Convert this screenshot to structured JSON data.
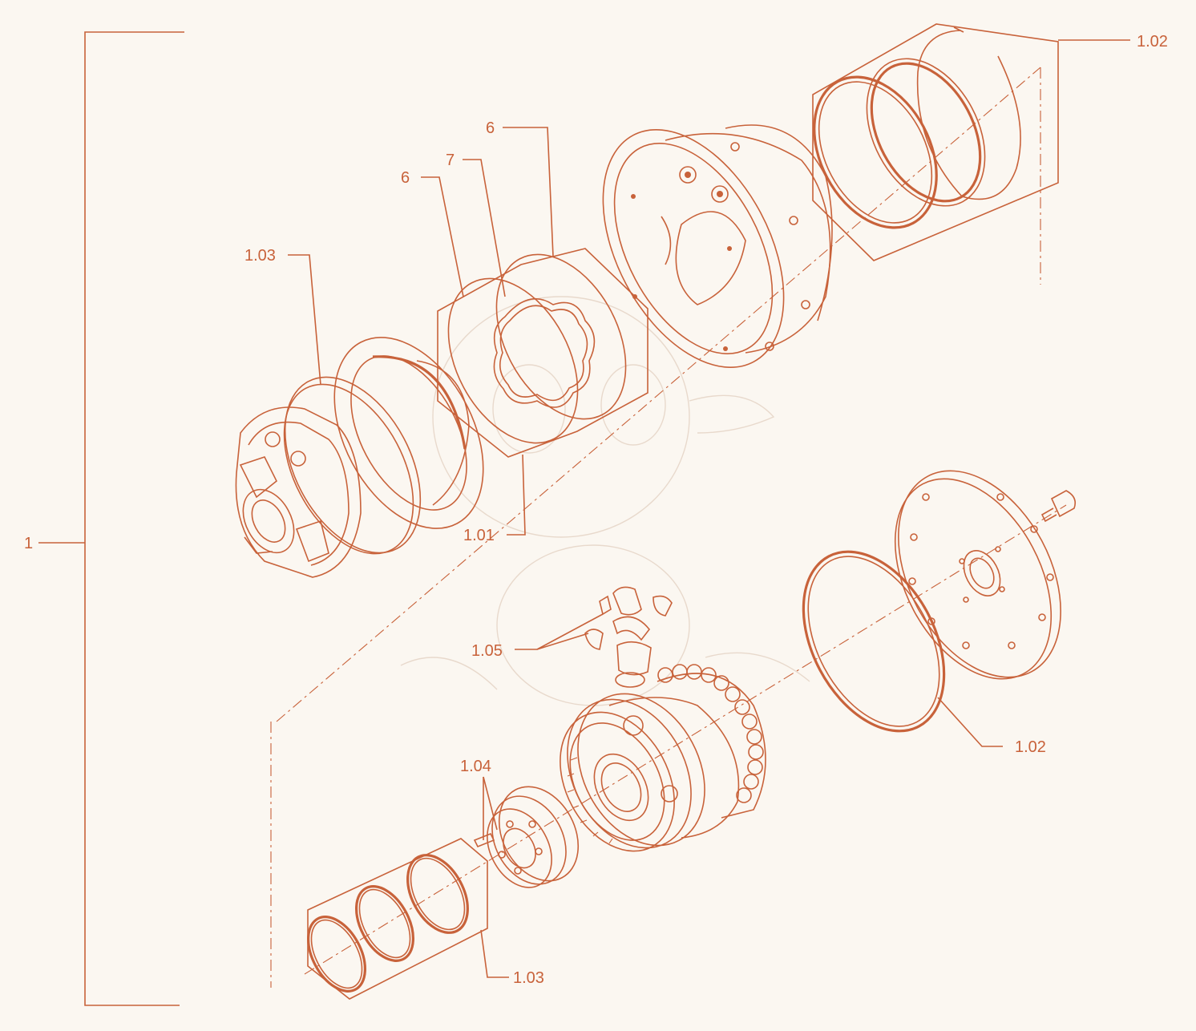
{
  "callouts": {
    "assembly": "1",
    "housing_seals": "1.02",
    "seal_kit_left": "6",
    "seal_kit_mid": "7",
    "seal_kit_right": "6",
    "valve_cover_seals": "1.03",
    "seal_kit": "1.01",
    "valve_parts": "1.05",
    "flange_oring": "1.02",
    "bleed_screw": "1.04",
    "shaft_seals": "1.03"
  },
  "colors": {
    "line": "#c8623a",
    "background": "#fbf7f1"
  }
}
